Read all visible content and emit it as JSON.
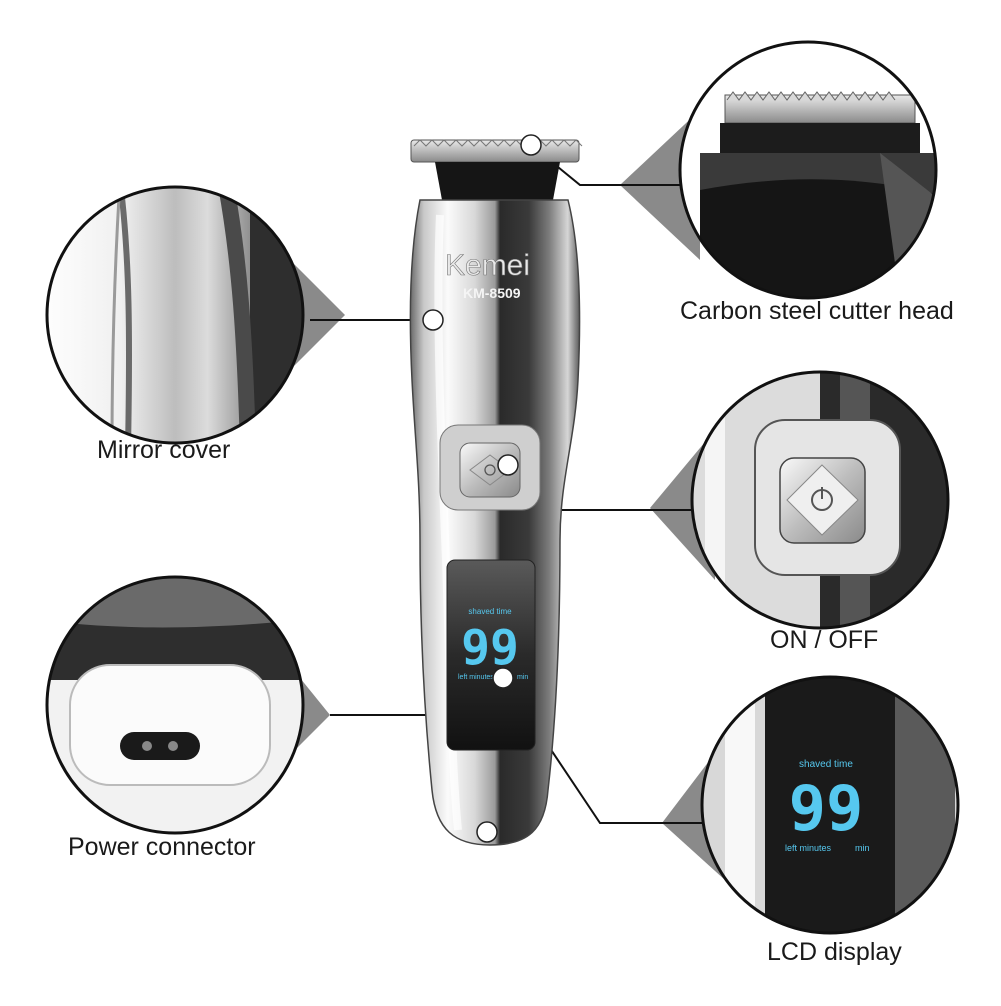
{
  "product": {
    "brand": "Kemei",
    "model": "KM-8509"
  },
  "lcd": {
    "top_label": "shaved time",
    "value": "99",
    "bottom_left": "left minutes",
    "bottom_right": "min"
  },
  "callouts": [
    {
      "id": "mirror-cover",
      "label": "Mirror cover"
    },
    {
      "id": "cutter-head",
      "label": "Carbon steel cutter head"
    },
    {
      "id": "on-off",
      "label": "ON / OFF"
    },
    {
      "id": "power-connector",
      "label": "Power connector"
    },
    {
      "id": "lcd-display",
      "label": "LCD display"
    }
  ],
  "colors": {
    "lcd_digits": "#56c8ef",
    "callout_line": "#111111",
    "callout_triangle": "#8a8a8a",
    "chrome_dark": "#2e2e2e",
    "chrome_light": "#f2f2f2"
  }
}
